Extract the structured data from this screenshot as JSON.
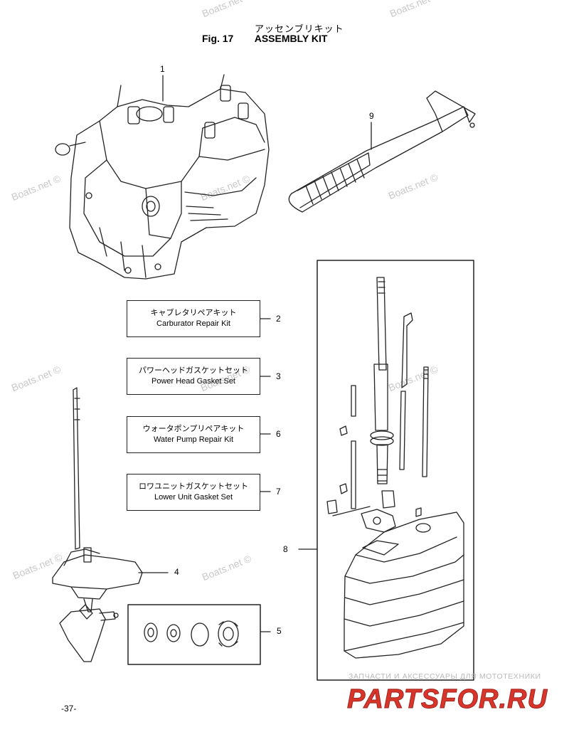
{
  "header": {
    "jp_title": "アッセンブリキット",
    "fig_label": "Fig. 17",
    "title": "ASSEMBLY KIT"
  },
  "kits": [
    {
      "jp": "キャブレタリペアキット",
      "en": "Carburator Repair Kit",
      "ref": "2"
    },
    {
      "jp": "パワーヘッドガスケットセット",
      "en": "Power Head Gasket Set",
      "ref": "3"
    },
    {
      "jp": "ウォータポンプリペアキット",
      "en": "Water Pump Repair Kit",
      "ref": "6"
    },
    {
      "jp": "ロワユニットガスケットセット",
      "en": "Lower Unit Gasket Set",
      "ref": "7"
    }
  ],
  "callouts": {
    "c1": "1",
    "c4": "4",
    "c5": "5",
    "c8": "8",
    "c9": "9"
  },
  "watermarks": [
    "Boats.net ©",
    "Boats.net ©",
    "Boats.net ©",
    "Boats.net ©",
    "Boats.net ©",
    "Boats.net ©",
    "Boats.net ©",
    "Boats.net ©",
    "Boats.net ©",
    "Boats.net ©"
  ],
  "footer": {
    "ru_text": "ЗАПЧАСТИ И АКСЕССУАРЫ ДЛЯ МОТОТЕХНИКИ",
    "logo_text": "PARTSFOR.RU",
    "page_number": "-37-"
  },
  "colors": {
    "logo_red": "#d9362b",
    "watermark": "#c8c8c8"
  }
}
